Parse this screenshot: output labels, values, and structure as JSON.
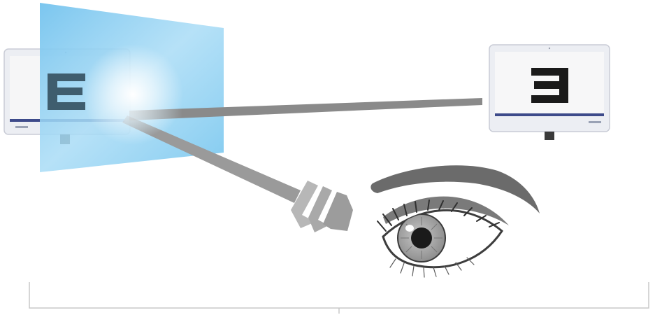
{
  "diagram": {
    "letter_on_near_monitor": "E",
    "letter_on_far_monitor": "E",
    "far_letter_orientation": "mirrored",
    "colors": {
      "mirror_panel": "#8fd0f0",
      "light_beam": "#8a8a8a",
      "chevrons": "#9a9a9a",
      "eyebrow": "#6b6b6b",
      "iris": "#a9a9a9",
      "pupil": "#1a1a1a",
      "bracket": "#c8c8c8",
      "monitor_bezel": "#e8e8ec",
      "monitor_taskbar": "#3d4a8a"
    },
    "icons": {
      "near_monitor": "monitor-icon",
      "far_monitor": "monitor-icon",
      "mirror": "mirror-panel",
      "eye": "eye-icon",
      "arrow": "chevron-arrow-icon",
      "bracket": "distance-bracket"
    }
  }
}
